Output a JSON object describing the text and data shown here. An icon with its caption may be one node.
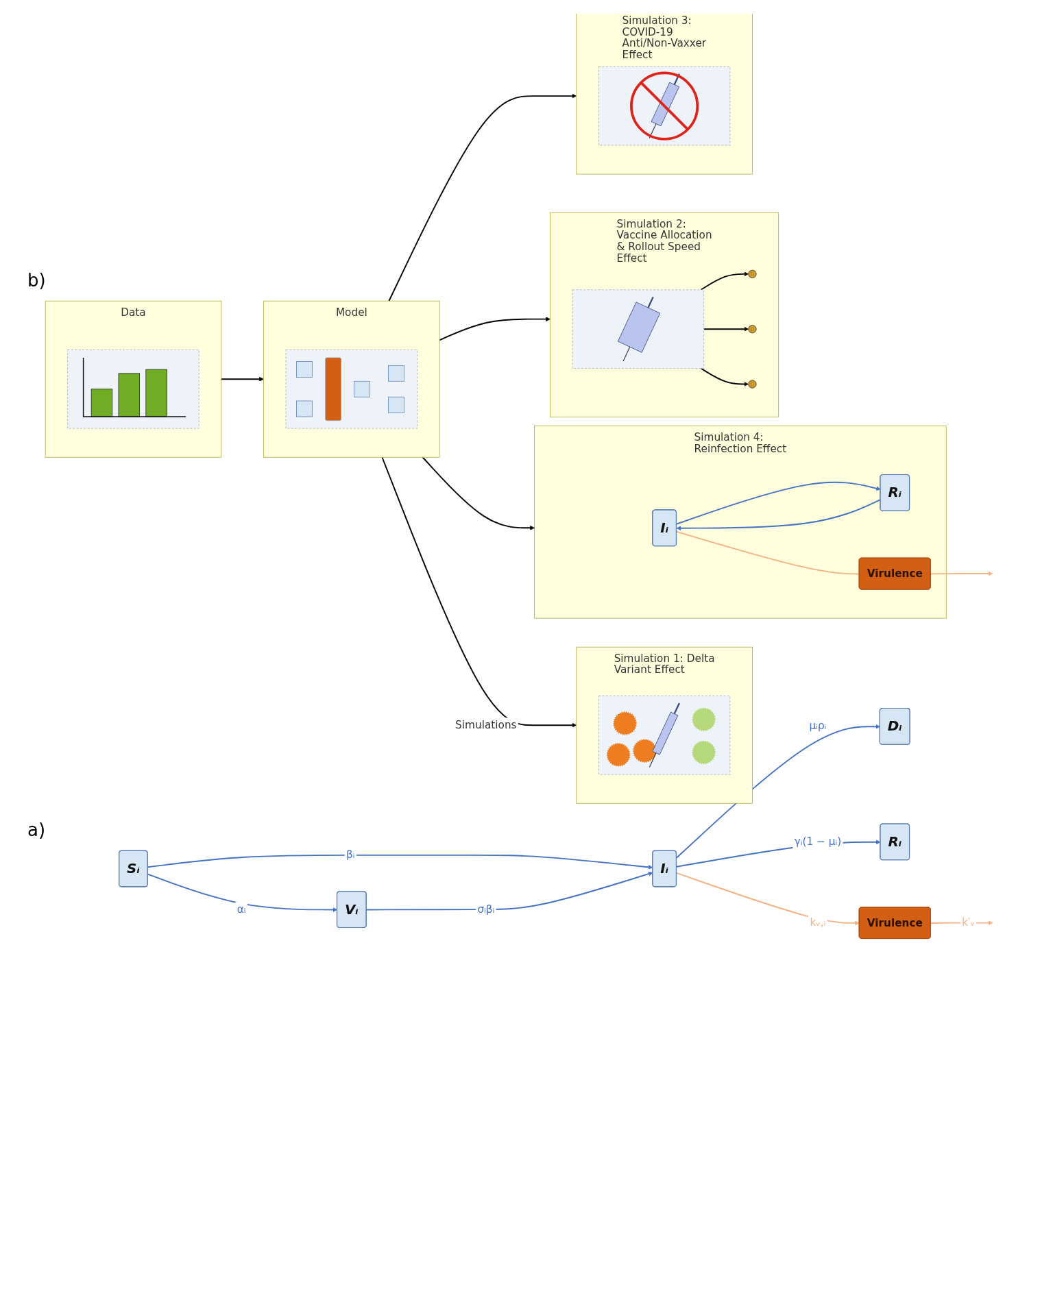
{
  "diagram": {
    "nodes": [
      {
        "text": [
          "Sᵢ"
        ]
      },
      {
        "text": [
          "Vᵢ"
        ]
      },
      {
        "text": [
          "Virulence"
        ]
      },
      {
        "text": [
          "Iᵢ"
        ]
      },
      {
        "text": [
          "Dᵢ"
        ]
      },
      {
        "text": [
          "Rᵢ"
        ]
      },
      {
        "text": [
          "Data"
        ]
      },
      {
        "text": [],
        "shape": "picture",
        "in": 6
      },
      {
        "text": [
          "Model"
        ]
      },
      {
        "text": [],
        "shape": "picture",
        "in": 8
      },
      {
        "text": [
          "Simulation 1: Delta Variant Effect"
        ]
      },
      {
        "text": [],
        "shape": "picture",
        "in": 10
      },
      {
        "text": [
          "Simulation 4: Reinfection Effect"
        ]
      },
      {
        "text": [
          "Iᵢ"
        ],
        "in": 12
      },
      {
        "text": [
          "Rᵢ"
        ],
        "in": 12
      },
      {
        "text": [
          "Virulence"
        ],
        "in": 12
      },
      {
        "text": [
          "Simulation 2: Vaccine Allocation & Rollout Speed Effect"
        ]
      },
      {
        "text": [],
        "shape": "picture",
        "in": 16
      },
      {
        "text": [],
        "shape": "person",
        "in": 16
      },
      {
        "text": [],
        "shape": "person",
        "in": 16
      },
      {
        "text": [],
        "shape": "person",
        "in": 16
      },
      {
        "text": [
          "Simulation 3: COVID-19 Anti/Non-Vaxxer Effect"
        ]
      },
      {
        "text": [],
        "shape": "picture",
        "in": 21
      }
    ],
    "edges": [
      {
        "from": 0,
        "to": 3,
        "arrow": "to",
        "label": "βᵢ",
        "color": "#4472c4"
      },
      {
        "from": 0,
        "to": 1,
        "arrow": "to",
        "label": "αᵢ",
        "color": "#4472c4"
      },
      {
        "from": 1,
        "to": 3,
        "arrow": "to",
        "label": "σᵢβᵢ",
        "color": "#4472c4"
      },
      {
        "from": 3,
        "to": 4,
        "arrow": "to",
        "label": "μᵢρᵢ",
        "color": "#4472c4"
      },
      {
        "from": 3,
        "to": 5,
        "arrow": "to",
        "label": "γᵢ(1 − μᵢ)",
        "color": "#4472c4"
      },
      {
        "from": 3,
        "to": 2,
        "arrow": "to",
        "label": "kᵥ,ᵢ",
        "color": "#f4b183"
      },
      {
        "from": 2,
        "to": null,
        "arrow": "to",
        "label": "k′ᵥ",
        "color": "#f4b183"
      },
      {
        "from": 6,
        "to": 8,
        "arrow": "to"
      },
      {
        "from": 8,
        "to": 10,
        "arrow": "to",
        "label": "Simulations"
      },
      {
        "from": 8,
        "to": 12,
        "arrow": "to"
      },
      {
        "from": 8,
        "to": 16,
        "arrow": "to"
      },
      {
        "from": 8,
        "to": 21,
        "arrow": "to"
      },
      {
        "from": 13,
        "to": 14,
        "arrow": "to",
        "color": "#4472c4"
      },
      {
        "from": 14,
        "to": 13,
        "arrow": "to",
        "color": "#4472c4"
      },
      {
        "from": 13,
        "to": 15,
        "arrow": "none",
        "color": "#f4b183"
      },
      {
        "from": 15,
        "to": null,
        "arrow": "to",
        "color": "#f4b183"
      },
      {
        "from": 17,
        "to": 18,
        "arrow": "to"
      },
      {
        "from": 17,
        "to": 19,
        "arrow": "to"
      },
      {
        "from": 17,
        "to": 20,
        "arrow": "to"
      }
    ],
    "labels": [
      "a)",
      "b)"
    ]
  }
}
